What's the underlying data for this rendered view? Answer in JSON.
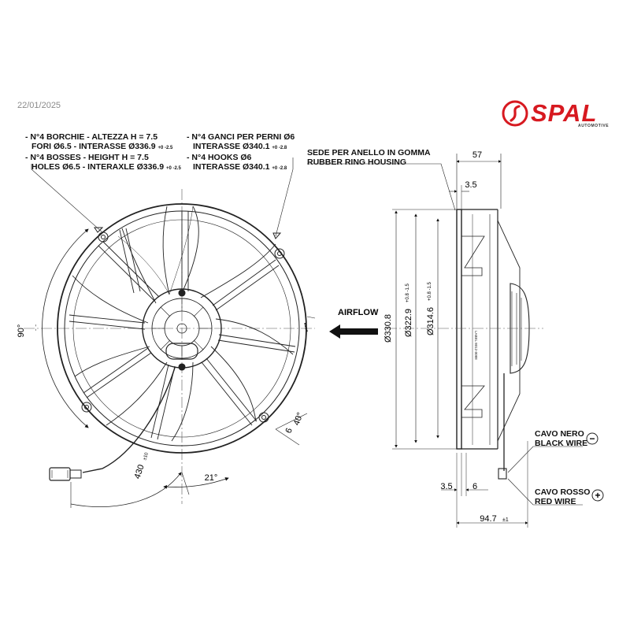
{
  "header": {
    "date": "22/01/2025",
    "brand": "SPAL",
    "brand_sub": "AUTOMOTIVE",
    "brand_color": "#d71920"
  },
  "notes": {
    "bosses_it_line1": "- N°4 BORCHIE - ALTEZZA H = 7.5",
    "bosses_it_line2": "FORI Ø6.5 - INTERASSE Ø336.9",
    "bosses_en_line1": "- N°4 BOSSES - HEIGHT H = 7.5",
    "bosses_en_line2": "HOLES Ø6.5 - INTERAXLE Ø336.9",
    "bosses_tol": "+0 -2.5",
    "hooks_it_line1": "- N°4 GANCI PER PERNI Ø6",
    "hooks_it_line2": "INTERASSE Ø340.1",
    "hooks_en_line1": "- N°4 HOOKS Ø6",
    "hooks_en_line2": "INTERASSE Ø340.1",
    "hooks_tol": "+0 -2.8",
    "ring_it": "SEDE PER ANELLO IN GOMMA",
    "ring_en": "RUBBER RING HOUSING",
    "airflow": "AIRFLOW",
    "black_wire_it": "CAVO NERO",
    "black_wire_en": "BLACK WIRE",
    "black_wire_symbol": "−",
    "red_wire_it": "CAVO ROSSO",
    "red_wire_en": "RED WIRE",
    "red_wire_symbol": "+"
  },
  "dimensions": {
    "angle_90": "90°",
    "angle_40": "40°",
    "angle_21": "21°",
    "dim_6_front": "6",
    "cable_length": "430",
    "cable_tol": "±10",
    "depth_57": "57",
    "ring_35_top": "3.5",
    "dia_330": "Ø330.8",
    "dia_322": "Ø322.9",
    "dia_322_tol": "+0.8 -1.5",
    "dia_314": "Ø314.6",
    "dia_314_tol": "+0.8 -1.5",
    "bottom_35": "3.5",
    "bottom_6": "6",
    "depth_total": "94.7",
    "depth_total_tol": "±1"
  }
}
